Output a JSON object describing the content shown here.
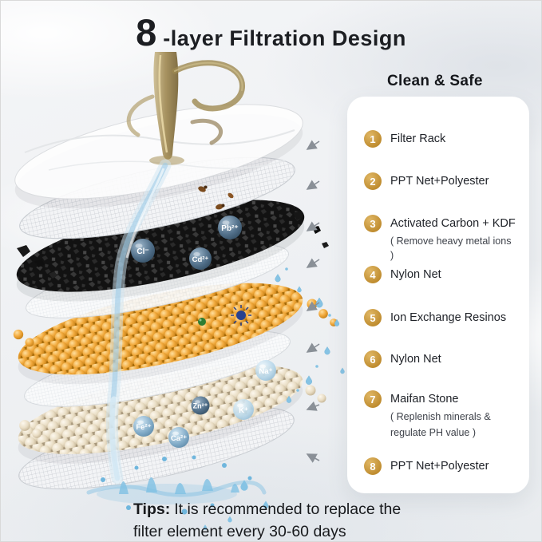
{
  "title": {
    "number": "8",
    "text": "-layer Filtration Design"
  },
  "panel": {
    "heading": "Clean & Safe",
    "items": [
      {
        "num": "1",
        "label": "Filter Rack",
        "sub": []
      },
      {
        "num": "2",
        "label": "PPT Net+Polyester",
        "sub": []
      },
      {
        "num": "3",
        "label": "Activated Carbon + KDF",
        "sub": [
          "( Remove heavy metal ions )"
        ]
      },
      {
        "num": "4",
        "label": "Nylon Net",
        "sub": []
      },
      {
        "num": "5",
        "label": "Ion Exchange Resinos",
        "sub": []
      },
      {
        "num": "6",
        "label": "Nylon Net",
        "sub": []
      },
      {
        "num": "7",
        "label": "Maifan Stone",
        "sub": [
          "( Replenish minerals &",
          "regulate PH value )"
        ]
      },
      {
        "num": "8",
        "label": "PPT Net+Polyester",
        "sub": []
      }
    ]
  },
  "diagram": {
    "ions": [
      {
        "label": "Cl⁻"
      },
      {
        "label": "Pb²⁺"
      },
      {
        "label": "Cd²⁺"
      },
      {
        "label": "Na⁺"
      },
      {
        "label": "Zn²⁺"
      },
      {
        "label": "K⁺"
      },
      {
        "label": "Fe²⁺"
      },
      {
        "label": "Ca²⁺"
      }
    ]
  },
  "tips": {
    "label": "Tips:",
    "text": "It is recommended to replace the\nfilter element every 30-60 days"
  },
  "colors": {
    "accent_gold": "#bf8c2f",
    "water_blue": "#7fc0e4",
    "carbon_black": "#141414",
    "resin_orange": "#f1a93c",
    "stone_beige": "#e9ddc4",
    "pour_khaki": "#a38d58",
    "text_dark": "#1c1e22",
    "card_bg": "#ffffff"
  }
}
